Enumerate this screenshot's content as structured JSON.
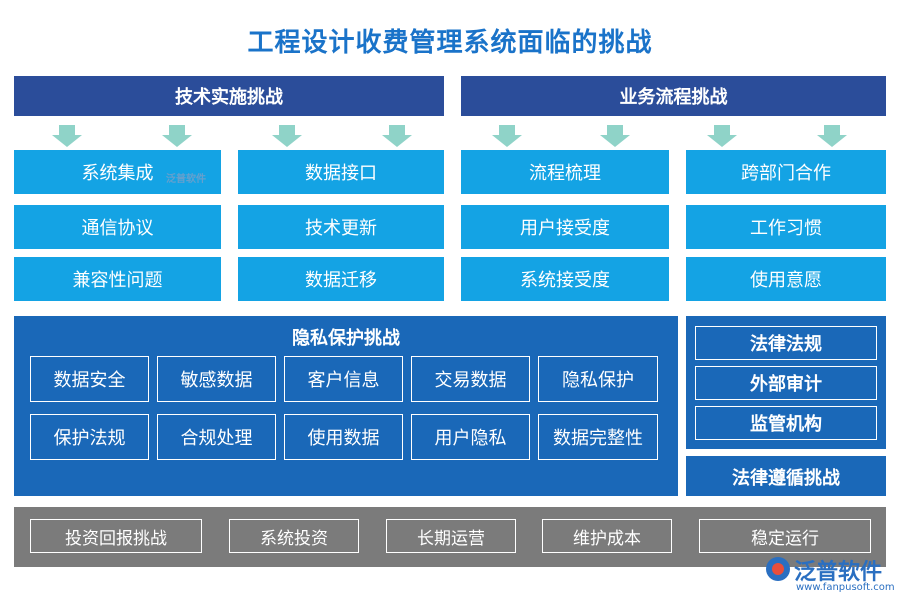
{
  "title": "工程设计收费管理系统面临的挑战",
  "tech": {
    "header": "技术实施挑战",
    "col1": [
      "系统集成",
      "通信协议",
      "兼容性问题"
    ],
    "col2": [
      "数据接口",
      "技术更新",
      "数据迁移"
    ]
  },
  "business": {
    "header": "业务流程挑战",
    "col1": [
      "流程梳理",
      "用户接受度",
      "系统接受度"
    ],
    "col2": [
      "跨部门合作",
      "工作习惯",
      "使用意愿"
    ]
  },
  "privacy": {
    "header": "隐私保护挑战",
    "row1": [
      "数据安全",
      "敏感数据",
      "客户信息",
      "交易数据",
      "隐私保护"
    ],
    "row2": [
      "保护法规",
      "合规处理",
      "使用数据",
      "用户隐私",
      "数据完整性"
    ]
  },
  "legal": {
    "header": "法律遵循挑战",
    "items": [
      "法律法规",
      "外部审计",
      "监管机构"
    ]
  },
  "investment": {
    "header": "投资回报挑战",
    "items": [
      "系统投资",
      "长期运营",
      "维护成本",
      "稳定运行"
    ]
  },
  "watermark": {
    "small": "泛普软件",
    "name": "泛普软件",
    "url": "www.fanpusoft.com"
  },
  "colors": {
    "header": "#2b4d9a",
    "cell": "#14a3e4",
    "panel": "#1a68b8",
    "bottom": "#7b7b7b",
    "arrow": "#8fd3c8",
    "title": "#1a73c9"
  }
}
